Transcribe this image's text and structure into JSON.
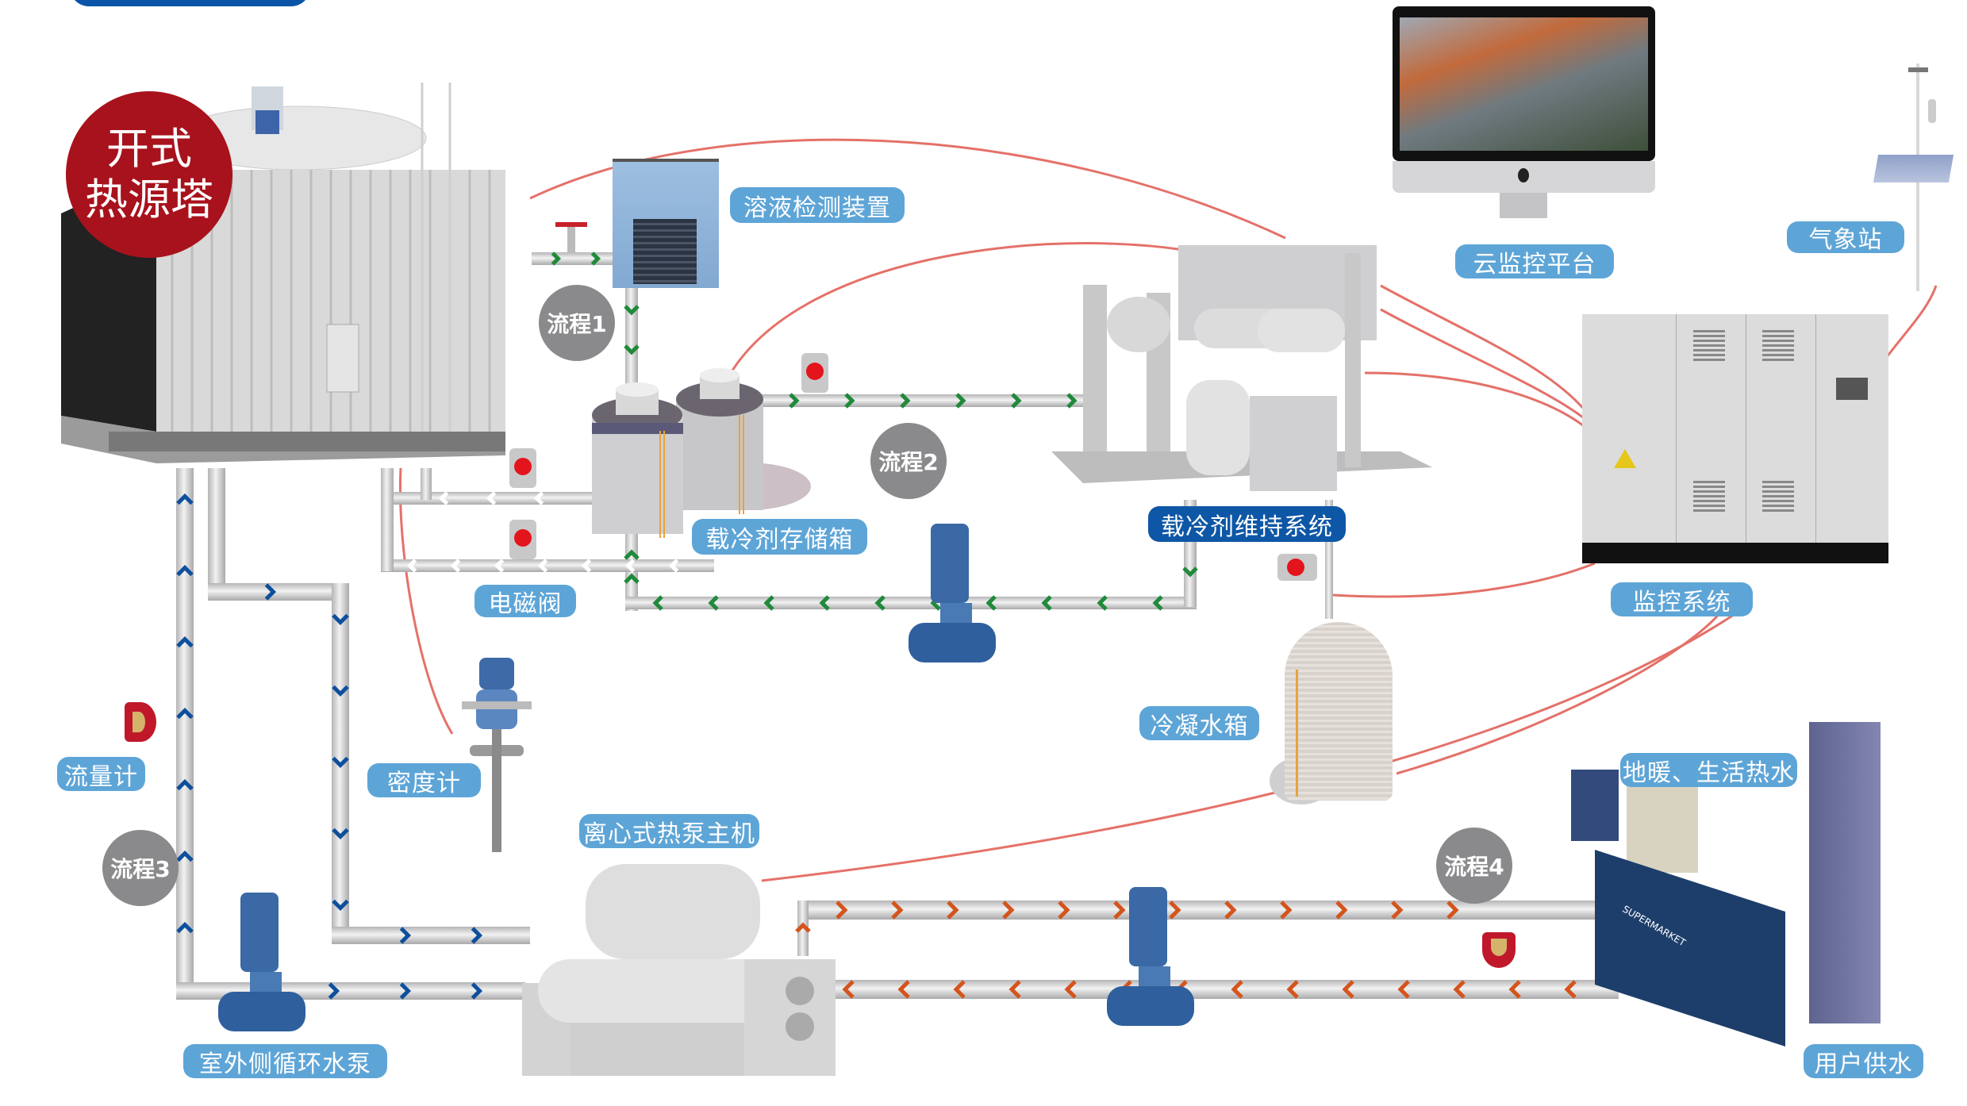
{
  "header": {
    "tab_pill_color": "#0b55a8",
    "title_partial": ""
  },
  "badge": {
    "line1": "开式",
    "line2": "热源塔",
    "color": "#a8121c"
  },
  "steps": [
    {
      "label": "流程1"
    },
    {
      "label": "流程2"
    },
    {
      "label": "流程3"
    },
    {
      "label": "流程4"
    }
  ],
  "labels": {
    "solution_detector": "溶液检测装置",
    "coolant_storage": "载冷剂存储箱",
    "solenoid_valve": "电磁阀",
    "coolant_maintenance": "载冷剂维持系统",
    "cloud_platform": "云监控平台",
    "weather_station": "气象站",
    "monitoring_system": "监控系统",
    "condensate_tank": "冷凝水箱",
    "flow_meter": "流量计",
    "density_meter": "密度计",
    "centrifugal_heat_pump": "离心式热泵主机",
    "outdoor_pump": "室外侧循环水泵",
    "floor_heating": "地暖、生活热水",
    "user_supply": "用户供水",
    "supermarket_sign": "SUPERMARKET"
  },
  "colors": {
    "label_pill": "#5ea5d7",
    "label_pill_dark": "#0e57a6",
    "step_circle": "#8a8a8c",
    "pipe": "#c9c9cb",
    "arrow_green": "#1f8a3a",
    "arrow_blue": "#0d4f9c",
    "arrow_orange": "#d4541c",
    "signal_line": "#e0584f"
  }
}
